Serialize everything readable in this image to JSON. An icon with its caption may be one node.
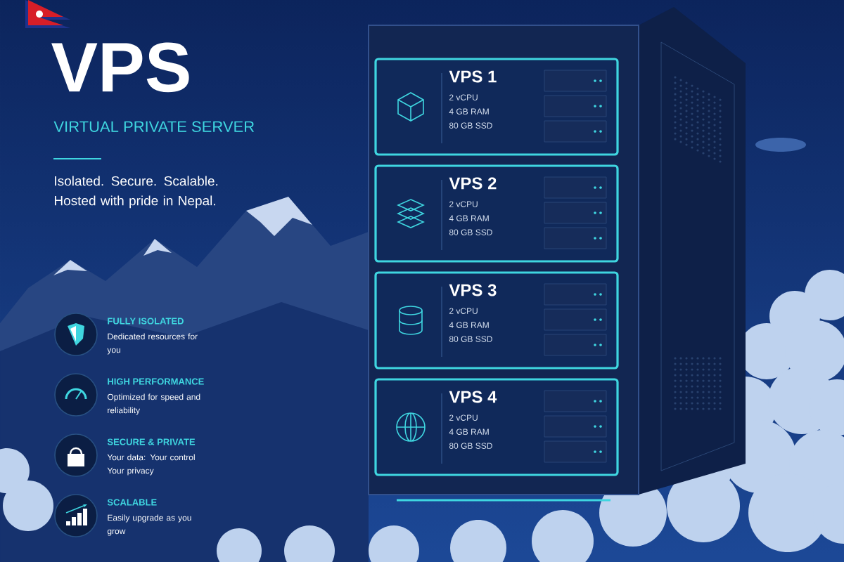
{
  "diagram": {
    "title": "VPS",
    "nodes": [
      {
        "text": [],
        "shape": "box"
      },
      {
        "text": [
          "VPS 1",
          "2 vCPU",
          "4 GB RAM",
          "80 GB SSD"
        ],
        "in": 0
      },
      {
        "text": [
          "VPS 2",
          "2 vCPU",
          "4 GB RAM",
          "80 GB SSD"
        ],
        "in": 0
      },
      {
        "text": [
          "VPS 3",
          "2 vCPU",
          "4 GB RAM",
          "80 GB SSD"
        ],
        "in": 0
      },
      {
        "text": [
          "VPS 4",
          "2 vCPU",
          "4 GB RAM",
          "80 GB SSD"
        ],
        "in": 0
      }
    ],
    "labels": [
      "VIRTUAL PRIVATE SERVER",
      "Isolated. Secure. Scalable. Hosted with pride in Nepal.",
      "FULLY ISOLATED",
      "Dedicated resources for you",
      "HIGH PERFORMANCE",
      "Optimized for speed and reliability",
      "SECURE & PRIVATE",
      "Your data: Your control Your privacy",
      "SCALABLE",
      "Easily upgrade as you grow"
    ]
  }
}
